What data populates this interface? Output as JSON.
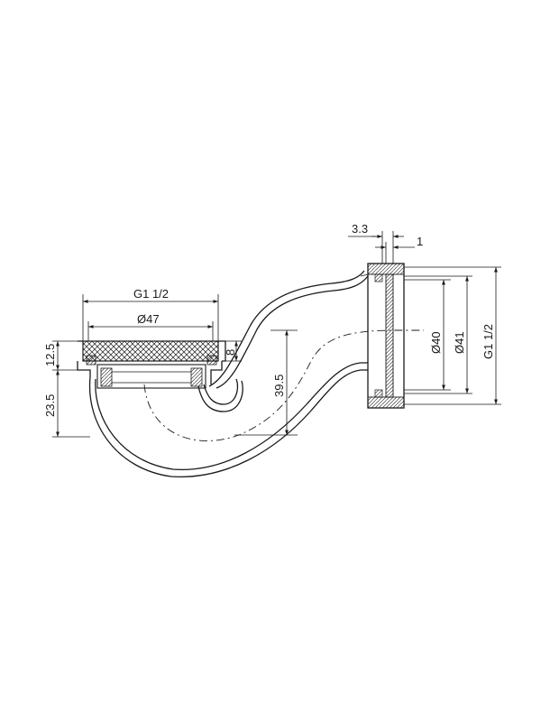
{
  "dimensions": {
    "d_3_3": "3.3",
    "d_1": "1",
    "d_g_left": "G1 1/2",
    "d_47": "Ø47",
    "d_8": "8",
    "d_12_5": "12.5",
    "d_23_5": "23.5",
    "d_39_5": "39.5",
    "d_40": "Ø40",
    "d_41": "Ø41",
    "d_g_right": "G1 1/2"
  }
}
